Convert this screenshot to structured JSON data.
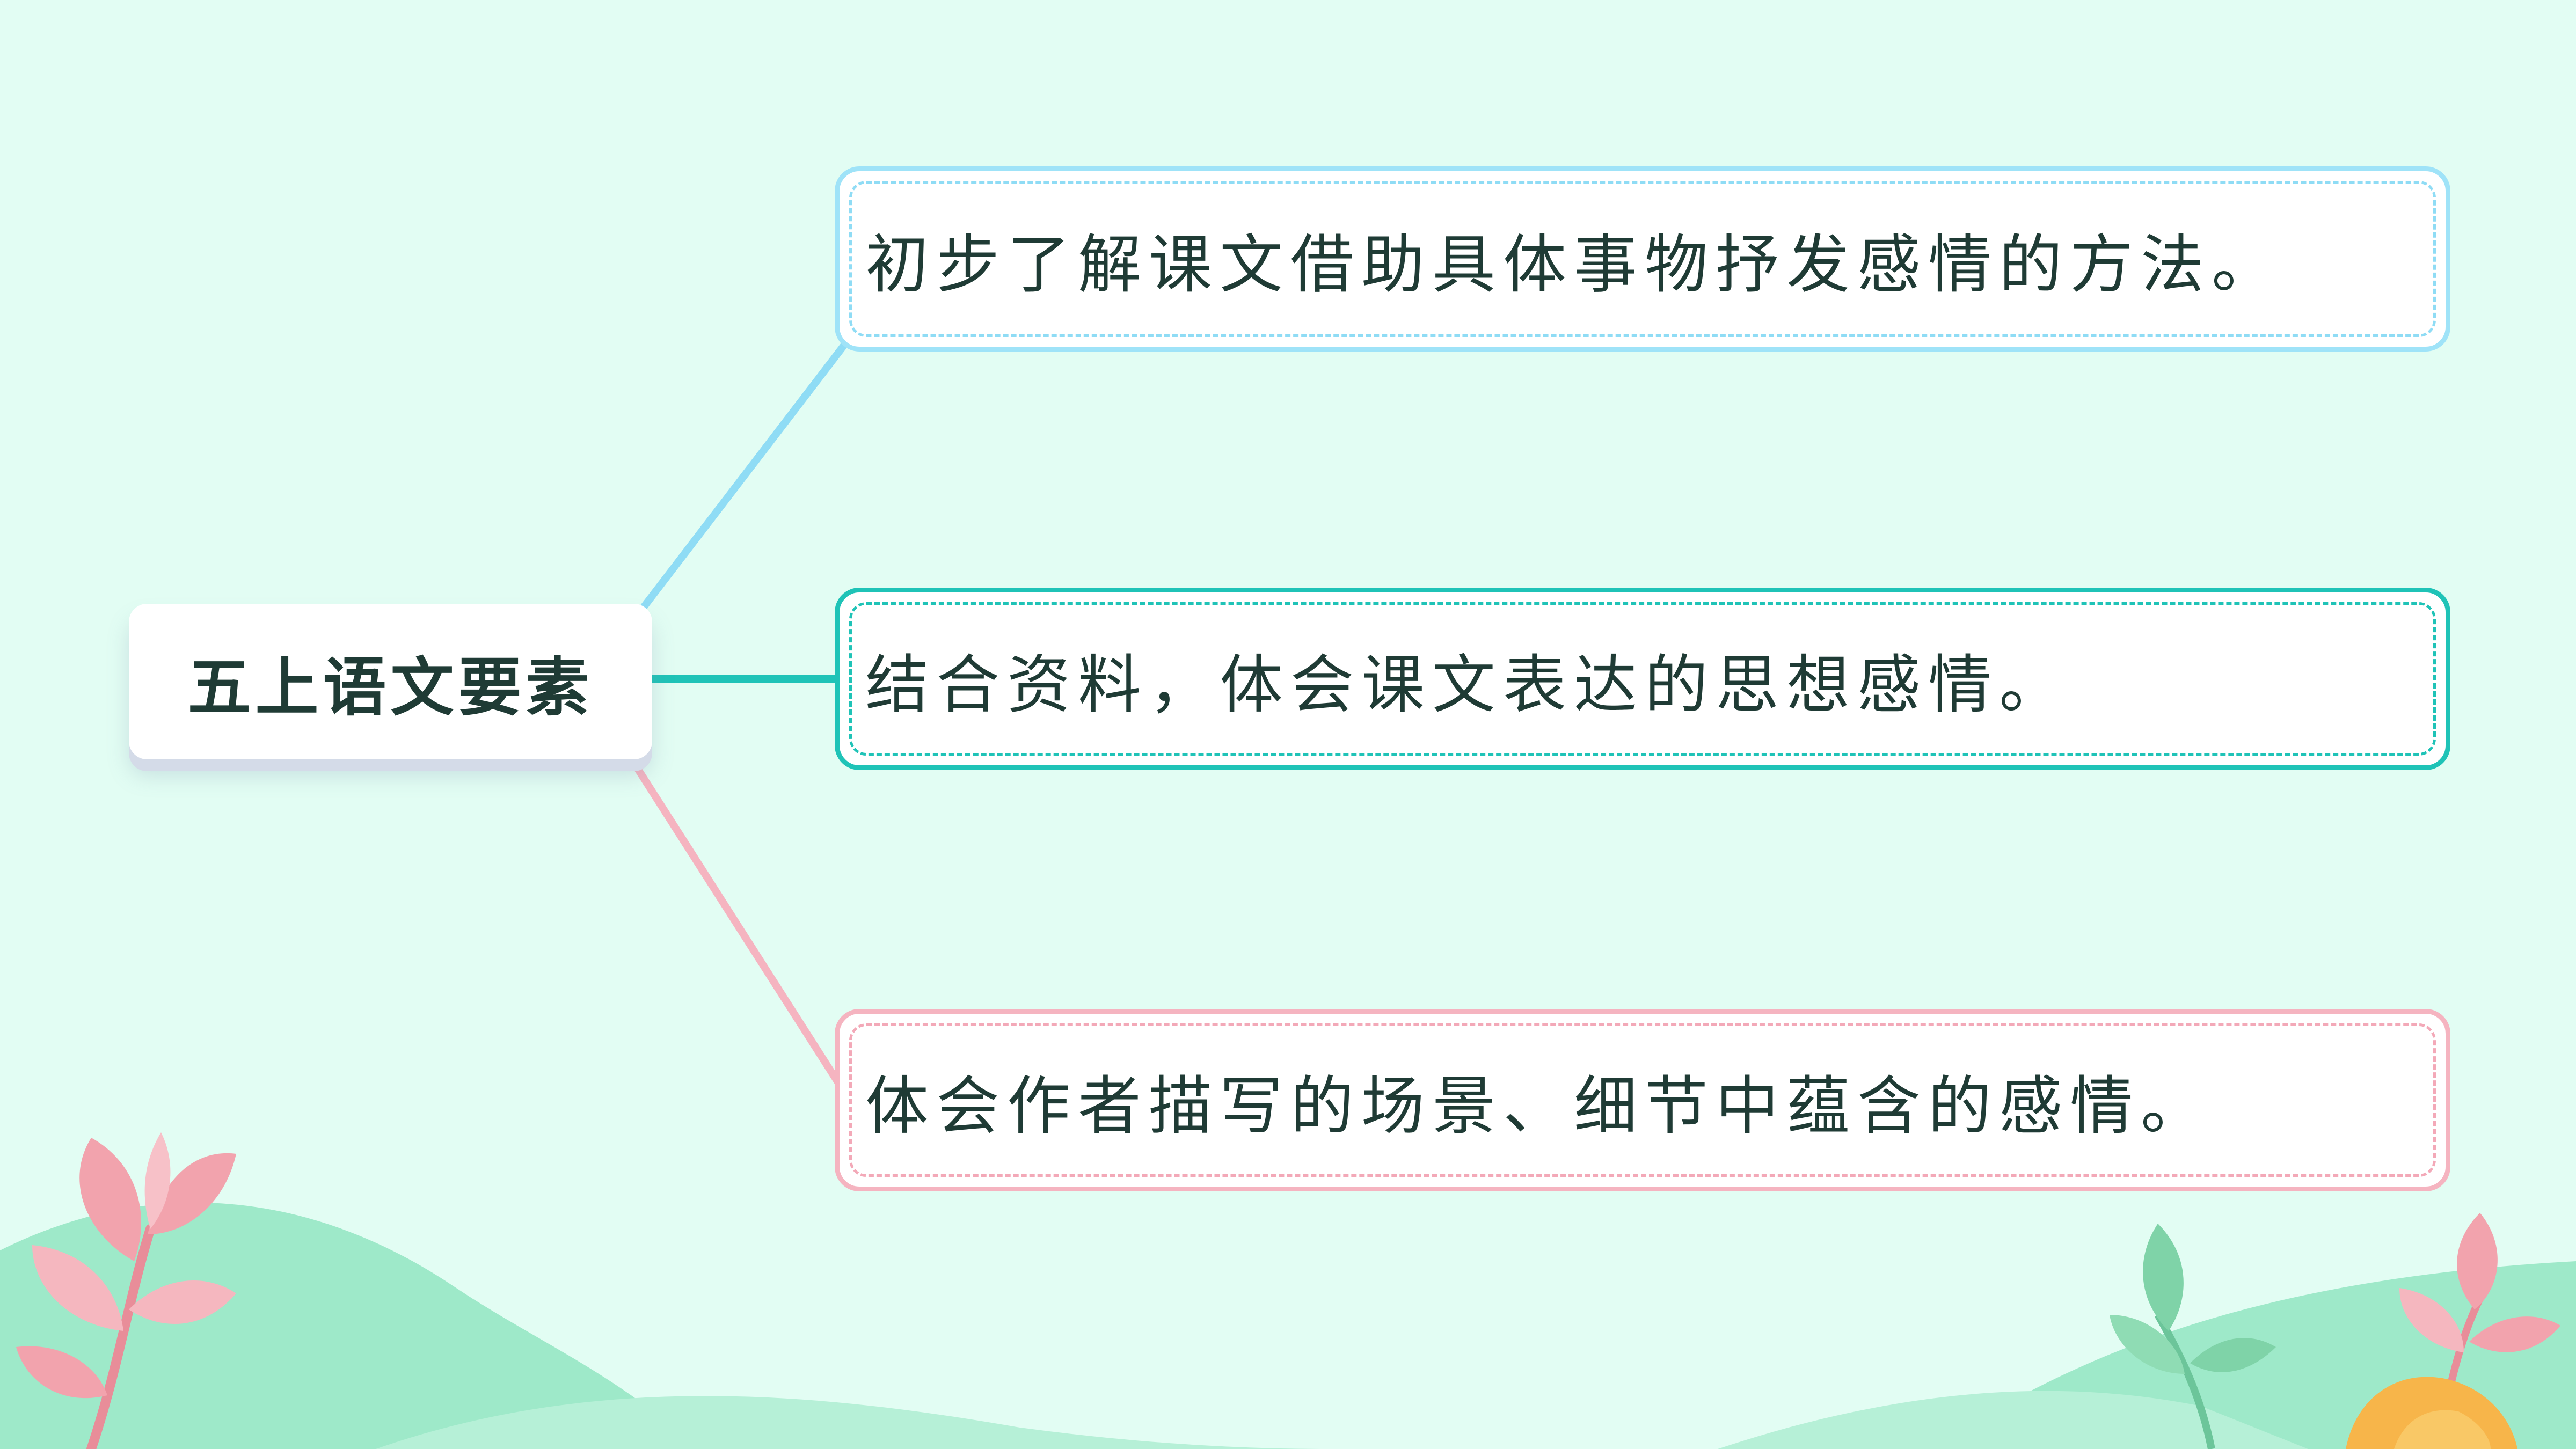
{
  "diagram": {
    "root": {
      "label": "五上语文要素"
    },
    "branches": [
      {
        "text": "初步了解课文借助具体事物抒发感情的方法。",
        "color": "#8fdcf5"
      },
      {
        "text": "结合资料，体会课文表达的思想感情。",
        "color": "#1fc3b7"
      },
      {
        "text": "体会作者描写的场景、细节中蕴含的感情。",
        "color": "#f5b4c0"
      }
    ]
  },
  "colors": {
    "background": "#e2fdf3",
    "text": "#1f3b35",
    "hill": "#9ee9c9",
    "leaf_pink": "#f2a3ad",
    "leaf_green": "#7fd3a8",
    "flower_orange": "#f7b54a"
  }
}
